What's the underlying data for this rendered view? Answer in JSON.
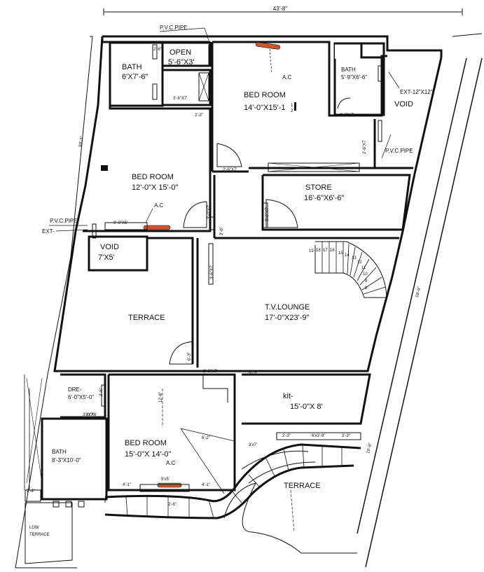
{
  "plan": {
    "overall_width": "43'-8\"",
    "left_depth": "69'-3\"",
    "right_depth_a": "69'-9\"",
    "right_depth_b": "10'-9\"",
    "bath_top_left": {
      "name": "BATH",
      "size": "6'X7'-6\""
    },
    "open": {
      "name": "OPEN",
      "size": "5'-6\"X3'"
    },
    "pvc_pipe_top": "P.V.C.PIPE",
    "bedroom_top": {
      "name": "BED ROOM",
      "size": "14'-0\"X15'-1",
      "frac_num": "1",
      "frac_den": "2"
    },
    "ac_top": "A.C",
    "bath_top_right": {
      "name": "BATH",
      "size": "5'-9\"X6'-6\""
    },
    "ext_top_right": "EXT-12\"X12\"",
    "void_right": "VOID",
    "pvc_pipe_right": "P.V.C.PIPE",
    "bedroom_mid": {
      "name": "BED ROOM",
      "size": "12'-0\"X 15'-0\""
    },
    "ac_mid": "A.C",
    "store": {
      "name": "STORE",
      "size": "16'-6\"X6'-6\""
    },
    "pvc_pipe_left": "P.V.C.PIPE",
    "ext_left": "EXT-",
    "void_left": {
      "name": "VOID",
      "size": "7'X5'"
    },
    "tv_lounge": {
      "name": "T.V.LOUNGE",
      "size": "17'-0\"X23'-9\""
    },
    "terrace_left": "TERRACE",
    "dress": {
      "name": "DRE-",
      "size": "6'-0\"X5'-0\""
    },
    "kitchen": {
      "name": "kit-",
      "size": "15'-0\"X 8'"
    },
    "bath_bottom": {
      "name": "BATH",
      "size": "8'-3\"X10'-0\""
    },
    "bedroom_bottom": {
      "name": "BED ROOM",
      "size": "15'-0\"X 14'-0\""
    },
    "ac_bottom": "A.C",
    "terrace_bottom": "TERRACE",
    "low_terrace_1": "LOW",
    "low_terrace_2": "TERRACE",
    "stair_numbers": [
      "19",
      "18",
      "17",
      "16",
      "15",
      "14",
      "13",
      "12",
      "11",
      "10",
      "9",
      "8"
    ],
    "dims": {
      "d1": "2'-6\"",
      "d2": "2'-6\"",
      "d3": "2'-3\"",
      "d4": "2'-6\"X7'",
      "d5": "3'-6\"X7'",
      "d6": "2'-6\"X7'",
      "d7": "2'-6\"X7'",
      "d8": "3'-0\"X7'",
      "d9": "3'-0\"X6'",
      "d10": "9'-0\"X6'",
      "d11": "3'-0\"X7'",
      "d12": "3'-6\"X7'",
      "d13": "3'-6\"X7'",
      "d14": "3'x7'",
      "d15": "6'-3\"",
      "d16": "2'-6\"",
      "d17": "3'x7'",
      "d18": "6'x3'-9\"",
      "d19": "2'-3\"",
      "d20": "2'-3\"",
      "d21": "3'x7'",
      "d22": "6'-2\"",
      "d23": "4'-1\"",
      "d24": "4'-1\"",
      "d25": "2'-4\"",
      "d26": "2'-6\"",
      "d27": "5'x5'",
      "d28": "12'-6\""
    }
  }
}
